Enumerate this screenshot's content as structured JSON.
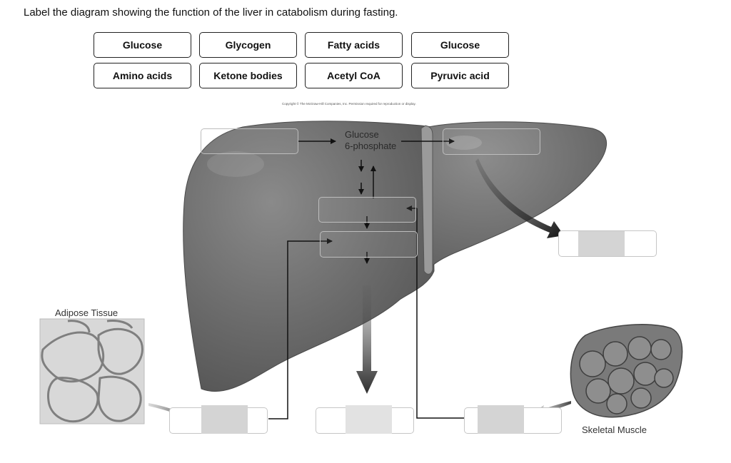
{
  "instruction": "Label the diagram showing the function of the liver in catabolism during fasting.",
  "word_bank": [
    "Glucose",
    "Glycogen",
    "Fatty acids",
    "Glucose",
    "Amino acids",
    "Ketone bodies",
    "Acetyl CoA",
    "Pyruvic acid"
  ],
  "copyright": "Copyright © The McGraw-Hill Companies, Inc. Permission required for reproduction or display.",
  "diagram": {
    "fixed_label_line1": "Glucose",
    "fixed_label_line2": "6-phosphate",
    "adipose_label": "Adipose Tissue",
    "muscle_label": "Skeletal Muscle"
  },
  "colors": {
    "liver": "#6e6e6e",
    "drop_fill": "#d4d4d4"
  }
}
